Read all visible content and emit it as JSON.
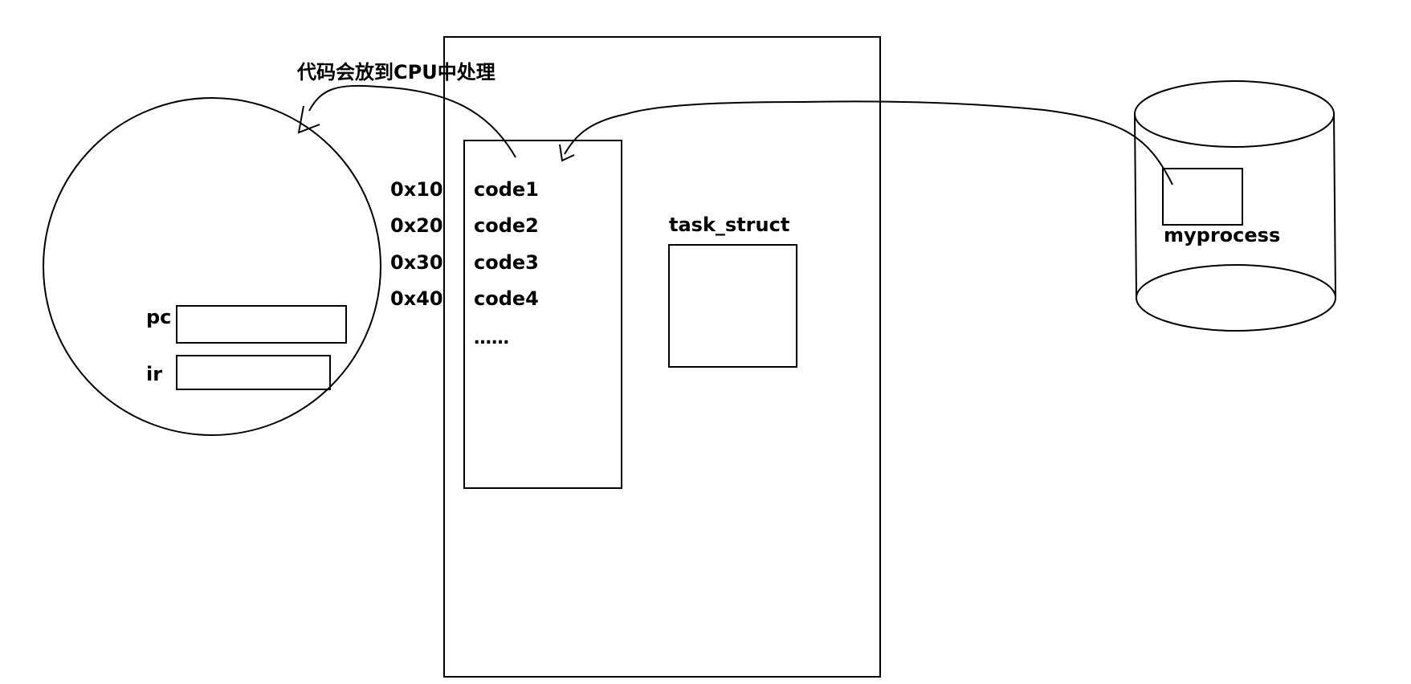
{
  "caption": "代码会放到CPU中处理",
  "cpu": {
    "registers": [
      {
        "label": "pc"
      },
      {
        "label": "ir"
      }
    ]
  },
  "memory": {
    "addresses": [
      "0x10",
      "0x20",
      "0x30",
      "0x40"
    ],
    "code_lines": [
      "code1",
      "code2",
      "code3",
      "code4",
      "……"
    ],
    "pcb_label": "task_struct"
  },
  "disk": {
    "file_label": "myprocess"
  },
  "colors": {
    "stroke": "#000000",
    "text": "#000000",
    "background": "#ffffff"
  }
}
